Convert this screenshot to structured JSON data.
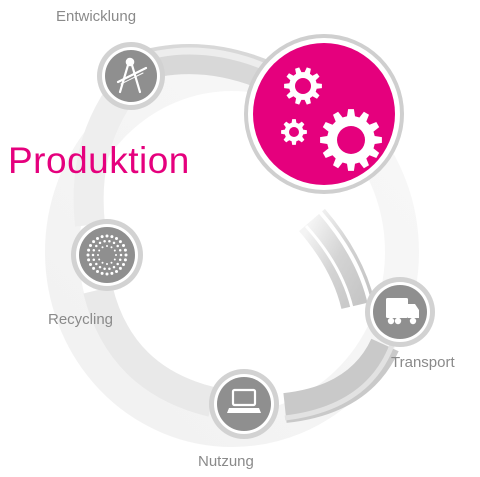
{
  "stages": {
    "entwicklung": {
      "label": "Entwicklung",
      "icon": "compass-ruler-icon"
    },
    "produktion": {
      "label": "Produktion",
      "icon": "gears-icon"
    },
    "transport": {
      "label": "Transport",
      "icon": "truck-icon"
    },
    "nutzung": {
      "label": "Nutzung",
      "icon": "laptop-icon"
    },
    "recycling": {
      "label": "Recycling",
      "icon": "recycling-dots-icon"
    }
  },
  "colors": {
    "accent": "#e5007d",
    "node": "#8f8f8f",
    "label": "#8a8a8a",
    "band": "#dcdcdc"
  }
}
